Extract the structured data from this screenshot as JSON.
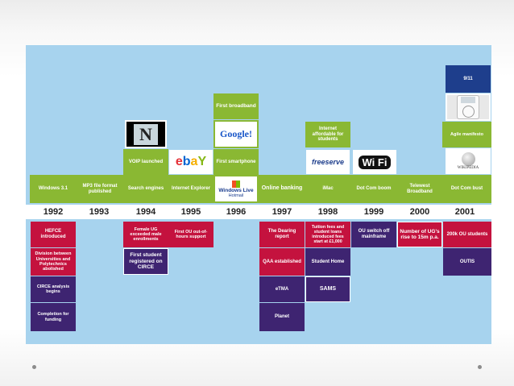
{
  "years": [
    "1992",
    "1993",
    "1994",
    "1995",
    "1996",
    "1997",
    "1998",
    "1999",
    "2000",
    "2001"
  ],
  "tech": {
    "windows31": "Windows 3.1",
    "mp3": "MP3 file format published",
    "search_engines": "Search engines",
    "ie": "Internet Explorer",
    "online_banking": "Online banking",
    "imac": "iMac",
    "dotcom_boom": "Dot Com boom",
    "telewest": "Telewest Broadband",
    "dotcom_bust": "Dot Com bust",
    "voip": "VOIP launched",
    "first_broadband": "First broadband",
    "first_smartphone": "First smartphone",
    "internet_affordable": "Internet affordable for students",
    "agile": "Agile manifesto",
    "nine_eleven": "9/11"
  },
  "logos": {
    "netscape": "N",
    "ebay": [
      "e",
      "b",
      "a",
      "Y"
    ],
    "google": "Google!",
    "hotmail": [
      "Windows Live",
      "Hotmail"
    ],
    "freeserve": "freeserve",
    "wifi": "Wi Fi",
    "wikipedia": "WIKIPEDIA"
  },
  "ou": {
    "hefce": "HEFCE introduced",
    "division": "Division between Universities and Polytechnics abolished",
    "circe_analysis": "CIRCE analysis begins",
    "completion": "Completion for funding",
    "female_ug": "Female UG exceeded male enrollments",
    "first_student": "First student registered on CIRCE",
    "ou_support": "First OU out-of-hours support",
    "dearing": "The Dearing report",
    "qaa": "QAA established",
    "etma": "eTMA",
    "planet": "Planet",
    "tuition": "Tuition fees and student loans introduced fees start at £1,000",
    "student_home": "Student Home",
    "sams": "SAMS",
    "mainframe": "OU switch off mainframe",
    "ug_rise": "Number of UG’s rise to 15m p.a.",
    "ou_200k": "200k OU students",
    "outis": "OUTIS"
  },
  "colors": {
    "background": "#a7d3ee",
    "tech_green": "#8ab833",
    "ou_red": "#c4123e",
    "ou_purple": "#3e2471",
    "navy": "#1e3e8c"
  }
}
